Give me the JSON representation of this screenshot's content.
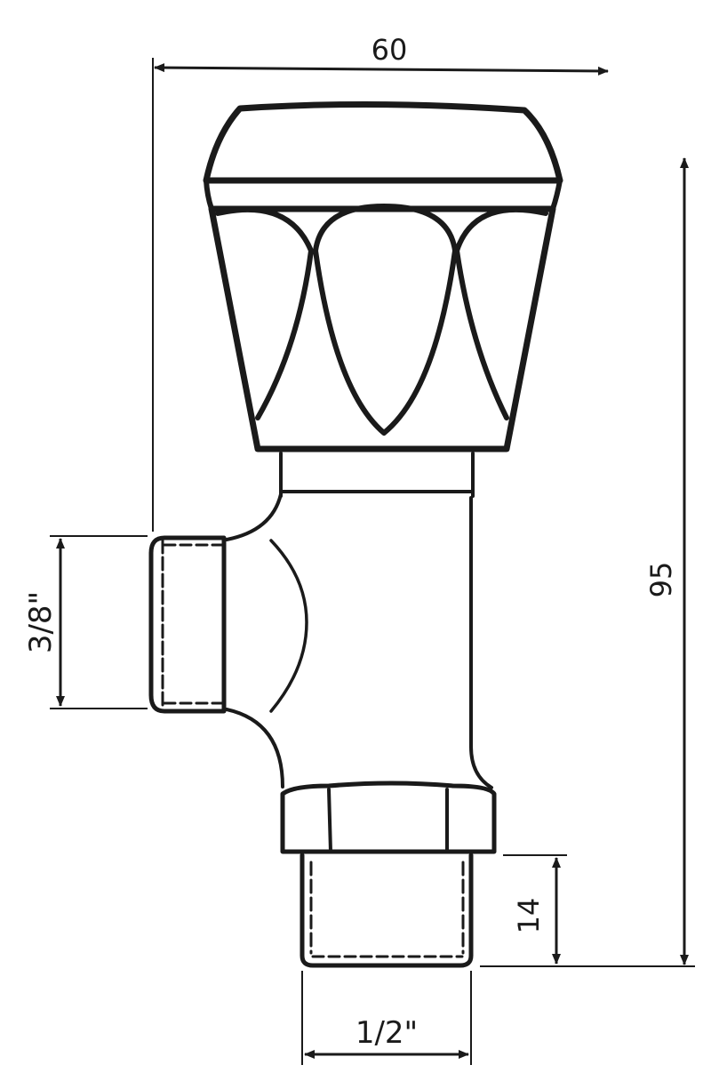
{
  "dimensions": {
    "width_label": "60",
    "height_label": "95",
    "side_inlet_label": "3/8\"",
    "thread_length_label": "14",
    "bottom_thread_label": "1/2\""
  },
  "colors": {
    "line": "#1a1a1a",
    "background": "#ffffff"
  }
}
